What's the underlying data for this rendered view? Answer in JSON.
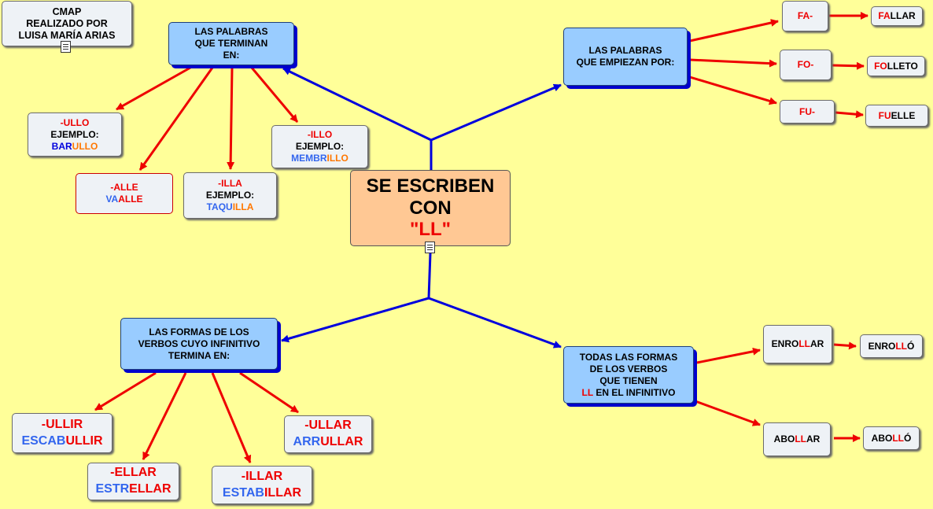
{
  "map_author_label": [
    "CMAP",
    "REALIZADO POR",
    "LUISA MARÍA ARIAS"
  ],
  "center": {
    "line1": "SE ESCRIBEN",
    "line2": "CON",
    "line3": "\"LL\""
  },
  "terminan": {
    "lines": [
      "LAS PALABRAS",
      "QUE TERMINAN",
      "EN:"
    ]
  },
  "empiezan": {
    "lines": [
      "LAS PALABRAS",
      "QUE EMPIEZAN POR:"
    ]
  },
  "verbos_infinitivo": {
    "lines": [
      "LAS FORMAS DE LOS",
      "VERBOS CUYO INFINITIVO",
      "TERMINA EN:"
    ]
  },
  "todas_formas": {
    "lines": [
      "TODAS LAS FORMAS",
      "DE LOS VERBOS",
      "QUE TIENEN",
      "LL",
      " EN EL INFINITIVO"
    ]
  },
  "endings": {
    "ullo": {
      "ending": "-ULLO",
      "label": "EJEMPLO:",
      "ex_a": "BAR",
      "ex_b": "ULLO"
    },
    "alle": {
      "ending": "-ALLE",
      "ex_a": "VA",
      "ex_b": "ALLE"
    },
    "illa": {
      "ending": "-ILLA",
      "label": "EJEMPLO:",
      "ex_a": "TAQU",
      "ex_b": "ILLA"
    },
    "illo": {
      "ending": "-ILLO",
      "label": "EJEMPLO:",
      "ex_a": "MEMBR",
      "ex_b": "ILLO"
    }
  },
  "prefixes": {
    "fa": {
      "prefix": "FA-",
      "ex_a": "FA",
      "ex_b": "LLAR"
    },
    "fo": {
      "prefix": "FO-",
      "ex_a": "FO",
      "ex_b": "LLETO"
    },
    "fu": {
      "prefix": "FU-",
      "ex_a": "FU",
      "ex_b": "ELLE"
    }
  },
  "verb_endings": {
    "ullir": {
      "ending": "-ULLIR",
      "ex_a": "ESCAB",
      "ex_b": "ULLIR"
    },
    "ellar": {
      "ending": "-ELLAR",
      "ex_a": "ESTR",
      "ex_b": "ELLAR"
    },
    "illar": {
      "ending": "-ILLAR",
      "ex_a": "ESTAB",
      "ex_b": "ILLAR"
    },
    "ullar": {
      "ending": "-ULLAR",
      "ex_a": "ARR",
      "ex_b": "ULLAR"
    }
  },
  "verbs_ll": {
    "enrollar": {
      "a": "ENRO",
      "b": "LL",
      "c": "AR"
    },
    "enrollo": {
      "a": "ENRO",
      "b": "LL",
      "c": "Ó"
    },
    "abollar": {
      "a": "ABO",
      "b": "LL",
      "c": "AR"
    },
    "abollo": {
      "a": "ABO",
      "b": "LL",
      "c": "Ó"
    }
  },
  "colors": {
    "background": "#ffff99",
    "blue_link": "#0000dd",
    "red_link": "#ee0000",
    "concept_blue": "#99ccff",
    "center_orange": "#ffc894"
  }
}
